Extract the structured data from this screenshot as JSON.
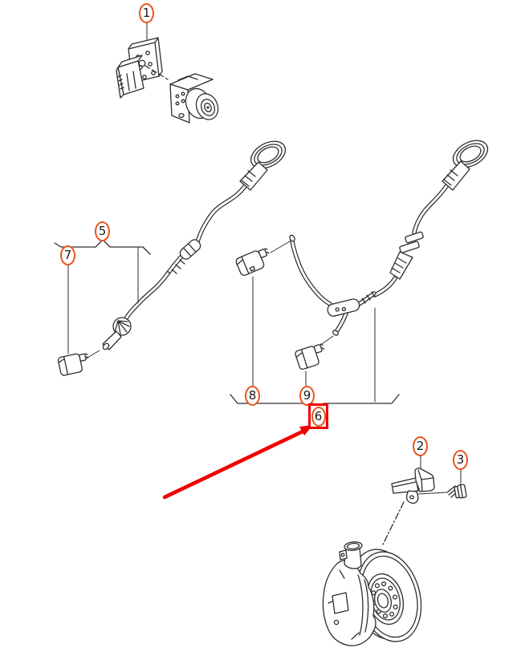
{
  "diagram": {
    "type": "parts-diagram",
    "subject": "abs-wheel-speed-sensor-wiring",
    "colors": {
      "background": "#ffffff",
      "line": "#2e2e2e",
      "callout": "#e8541b",
      "highlight": "#ee0000"
    },
    "callouts": [
      {
        "number": "1",
        "part": "abs-hydraulic-unit-with-mounting-bracket",
        "highlighted": false
      },
      {
        "number": "2",
        "part": "wheel-speed-sensor",
        "highlighted": false
      },
      {
        "number": "3",
        "part": "sensor-mounting-bolt",
        "highlighted": false
      },
      {
        "number": "5",
        "part": "speed-sensor-with-wiring-and-grommet",
        "highlighted": false
      },
      {
        "number": "6",
        "part": "sensor-wiring-harness-with-connectors",
        "highlighted": true
      },
      {
        "number": "7",
        "part": "connector-housing",
        "highlighted": false
      },
      {
        "number": "8",
        "part": "connector-housing",
        "highlighted": false
      },
      {
        "number": "9",
        "part": "connector-housing",
        "highlighted": false
      }
    ],
    "highlight": {
      "target_number": "6",
      "marker": "red-box",
      "pointer": "red-arrow"
    }
  }
}
